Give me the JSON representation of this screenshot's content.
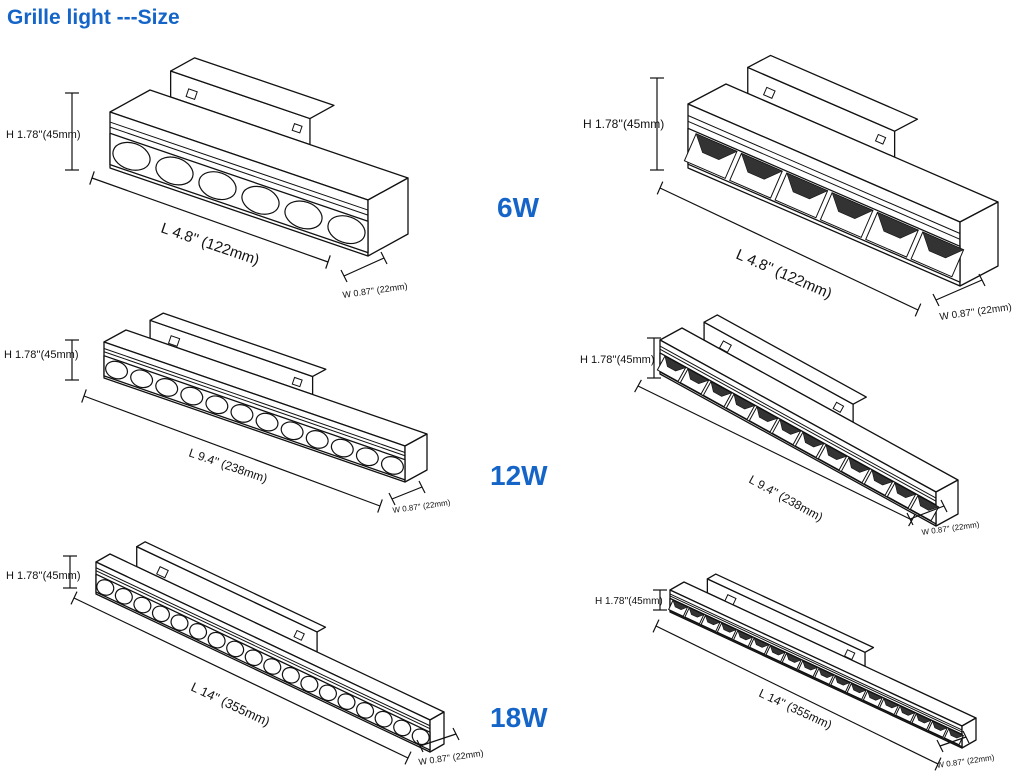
{
  "title": "Grille light ---Size",
  "colors": {
    "title": "#1565c8",
    "line": "#111111"
  },
  "rows": [
    {
      "wattage": "6W",
      "left": {
        "style": "round-lens",
        "lens_count": 6,
        "height": "H 1.78''(45mm)",
        "length": "L 4.8'' (122mm)",
        "width": "W 0.87'' (22mm)"
      },
      "right": {
        "style": "grille",
        "cell_count": 6,
        "height": "H 1.78''(45mm)",
        "length": "L 4.8'' (122mm)",
        "width": "W 0.87'' (22mm)"
      }
    },
    {
      "wattage": "12W",
      "left": {
        "style": "round-lens",
        "lens_count": 12,
        "height": "H 1.78''(45mm)",
        "length": "L 9.4'' (238mm)",
        "width": "W 0.87'' (22mm)"
      },
      "right": {
        "style": "grille",
        "cell_count": 12,
        "height": "H 1.78''(45mm)",
        "length": "L 9.4'' (238mm)",
        "width": "W 0.87'' (22mm)"
      }
    },
    {
      "wattage": "18W",
      "left": {
        "style": "round-lens",
        "lens_count": 18,
        "height": "H 1.78''(45mm)",
        "length": "L 14'' (355mm)",
        "width": "W 0.87'' (22mm)"
      },
      "right": {
        "style": "grille",
        "cell_count": 18,
        "height": "H 1.78''(45mm)",
        "length": "L 14'' (355mm)",
        "width": "W 0.87'' (22mm)"
      }
    }
  ]
}
